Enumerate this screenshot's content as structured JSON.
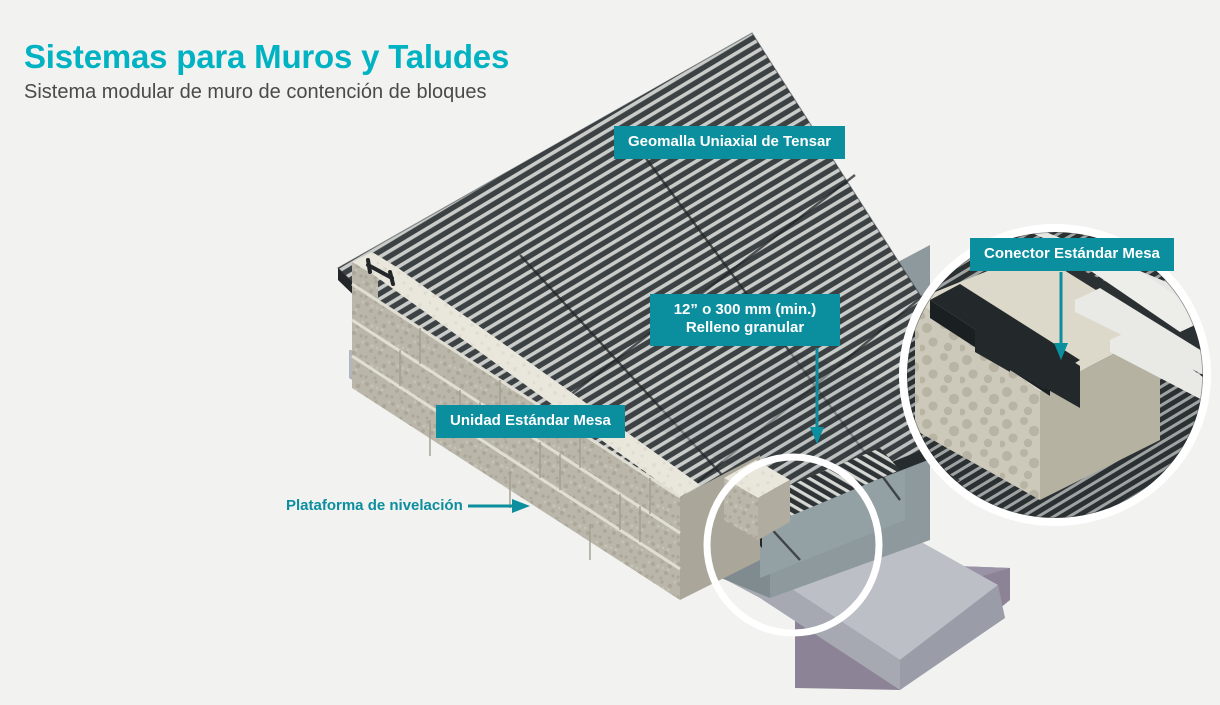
{
  "header": {
    "title": "Sistemas para Muros y Taludes",
    "subtitle": "Sistema modular de muro de contención de bloques"
  },
  "colors": {
    "background": "#f2f2f1",
    "title_cyan": "#00b2c2",
    "chip_teal": "#0b8e9e",
    "subtitle_gray": "#4a4a4a",
    "geogrid_dark": "#3a3f42",
    "block_face": "#bab7aa",
    "block_top": "#e9e7dc",
    "platform_top": "#bcbfc6",
    "platform_side": "#a6a9b2",
    "backfill": "#8d999d",
    "shadow_purple": "#8d8396",
    "callout_ring": "#ffffff"
  },
  "callouts": [
    {
      "id": "geomalla",
      "label": "Geomalla Uniaxial de Tensar",
      "lines": [
        "Geomalla Uniaxial de Tensar"
      ],
      "has_arrow": false
    },
    {
      "id": "relleno",
      "label": "12” o 300 mm (min.) Relleno granular",
      "lines": [
        "12” o 300 mm (min.)",
        "Relleno granular"
      ],
      "has_arrow": true,
      "arrow_direction": "down"
    },
    {
      "id": "unidad",
      "label": "Unidad Estándar Mesa",
      "lines": [
        "Unidad Estándar Mesa"
      ],
      "has_arrow": false
    },
    {
      "id": "conector",
      "label": "Conector Estándar Mesa",
      "lines": [
        "Conector Estándar Mesa"
      ],
      "has_arrow": true,
      "arrow_direction": "down"
    }
  ],
  "leader_labels": [
    {
      "id": "plataforma",
      "label": "Plataforma de nivelación",
      "arrow_direction": "right"
    }
  ],
  "diagram": {
    "type": "isometric-cutaway",
    "subject": "Modular segmental block retaining wall with uniaxial geogrid reinforcement",
    "components": [
      "geogrid-sheet",
      "block-wall-face",
      "granular-fill",
      "leveling-pad",
      "ground-shadow",
      "connector-clips"
    ],
    "magnifier_detail": {
      "source_circle": "lower wall corner",
      "shows": "connector clip engaging geogrid ribs on top of block"
    }
  }
}
